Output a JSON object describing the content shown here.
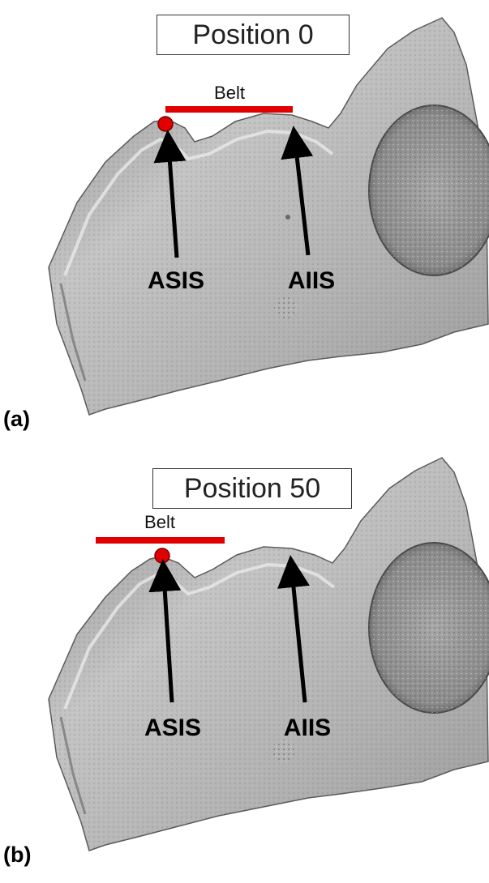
{
  "colors": {
    "belt": "#e00000",
    "marker": "#e00000",
    "arrow": "#000000",
    "bone_light": "#c9c9c9",
    "bone_dark": "#555555"
  },
  "panels": [
    {
      "position_title": "Position 0",
      "belt_label": "Belt",
      "landmarks": [
        "ASIS",
        "AIIS"
      ],
      "panel_label": "(a)"
    },
    {
      "position_title": "Position 50",
      "belt_label": "Belt",
      "landmarks": [
        "ASIS",
        "AIIS"
      ],
      "panel_label": "(b)"
    }
  ]
}
